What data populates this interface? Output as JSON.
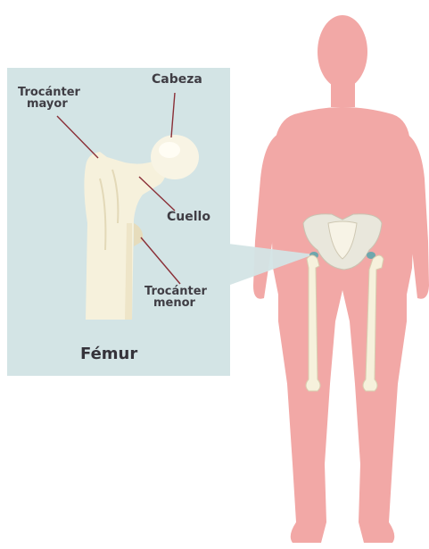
{
  "diagram": {
    "title": "Fémur",
    "labels": {
      "cabeza": "Cabeza",
      "trocanter_mayor_line1": "Trocánter",
      "trocanter_mayor_line2": "mayor",
      "cuello": "Cuello",
      "trocanter_menor_line1": "Trocánter",
      "trocanter_menor_line2": "menor"
    },
    "colors": {
      "panel": "#d3e4e5",
      "body": "#f2a8a6",
      "bone": "#f6f1dc",
      "bone_shadow": "#e6dcbc",
      "leader_line": "#8a2f37",
      "text": "#3f3d44",
      "callout": "#d3e4e5"
    }
  }
}
